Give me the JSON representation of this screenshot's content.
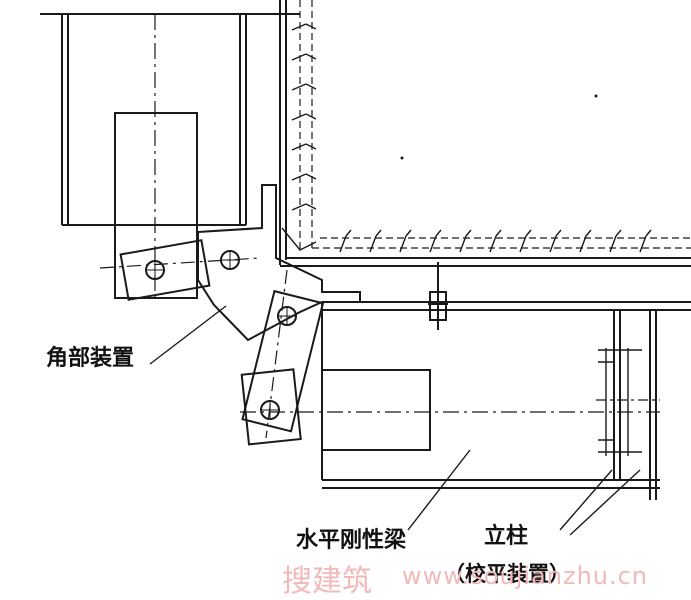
{
  "labels": {
    "corner_device": "角部装置",
    "horizontal_beam": "水平刚性梁",
    "column": "立柱",
    "leveling_device": "（校平装置）"
  },
  "watermark": {
    "cn": "搜建筑",
    "url": "www.soujianzhu.cn"
  },
  "colors": {
    "line": "#1a1a1a",
    "background": "#ffffff",
    "watermark": "#f2b9b9"
  }
}
